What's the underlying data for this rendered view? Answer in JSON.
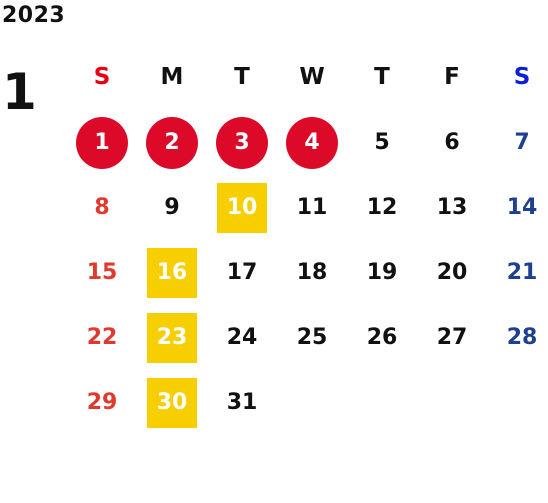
{
  "calendar": {
    "year": "2023",
    "month": "1",
    "weekdays": [
      {
        "label": "S",
        "color": "#e60012"
      },
      {
        "label": "M",
        "color": "#111111"
      },
      {
        "label": "T",
        "color": "#111111"
      },
      {
        "label": "W",
        "color": "#111111"
      },
      {
        "label": "T",
        "color": "#111111"
      },
      {
        "label": "F",
        "color": "#111111"
      },
      {
        "label": "S",
        "color": "#0a1fd6"
      }
    ],
    "weeks": [
      [
        {
          "day": "1",
          "color": "#ffffff",
          "bg": "#dc0a28",
          "shape": "circle"
        },
        {
          "day": "2",
          "color": "#ffffff",
          "bg": "#dc0a28",
          "shape": "circle"
        },
        {
          "day": "3",
          "color": "#ffffff",
          "bg": "#dc0a28",
          "shape": "circle"
        },
        {
          "day": "4",
          "color": "#ffffff",
          "bg": "#dc0a28",
          "shape": "circle"
        },
        {
          "day": "5",
          "color": "#111111",
          "bg": "",
          "shape": "none"
        },
        {
          "day": "6",
          "color": "#111111",
          "bg": "",
          "shape": "none"
        },
        {
          "day": "7",
          "color": "#1f3f8f",
          "bg": "",
          "shape": "none"
        }
      ],
      [
        {
          "day": "8",
          "color": "#e03a2e",
          "bg": "",
          "shape": "none"
        },
        {
          "day": "9",
          "color": "#111111",
          "bg": "",
          "shape": "none"
        },
        {
          "day": "10",
          "color": "#ffffff",
          "bg": "#f7cf00",
          "shape": "square"
        },
        {
          "day": "11",
          "color": "#111111",
          "bg": "",
          "shape": "none"
        },
        {
          "day": "12",
          "color": "#111111",
          "bg": "",
          "shape": "none"
        },
        {
          "day": "13",
          "color": "#111111",
          "bg": "",
          "shape": "none"
        },
        {
          "day": "14",
          "color": "#1f3f8f",
          "bg": "",
          "shape": "none"
        }
      ],
      [
        {
          "day": "15",
          "color": "#e03a2e",
          "bg": "",
          "shape": "none"
        },
        {
          "day": "16",
          "color": "#ffffff",
          "bg": "#f7cf00",
          "shape": "square"
        },
        {
          "day": "17",
          "color": "#111111",
          "bg": "",
          "shape": "none"
        },
        {
          "day": "18",
          "color": "#111111",
          "bg": "",
          "shape": "none"
        },
        {
          "day": "19",
          "color": "#111111",
          "bg": "",
          "shape": "none"
        },
        {
          "day": "20",
          "color": "#111111",
          "bg": "",
          "shape": "none"
        },
        {
          "day": "21",
          "color": "#1f3f8f",
          "bg": "",
          "shape": "none"
        }
      ],
      [
        {
          "day": "22",
          "color": "#e03a2e",
          "bg": "",
          "shape": "none"
        },
        {
          "day": "23",
          "color": "#ffffff",
          "bg": "#f7cf00",
          "shape": "square"
        },
        {
          "day": "24",
          "color": "#111111",
          "bg": "",
          "shape": "none"
        },
        {
          "day": "25",
          "color": "#111111",
          "bg": "",
          "shape": "none"
        },
        {
          "day": "26",
          "color": "#111111",
          "bg": "",
          "shape": "none"
        },
        {
          "day": "27",
          "color": "#111111",
          "bg": "",
          "shape": "none"
        },
        {
          "day": "28",
          "color": "#1f3f8f",
          "bg": "",
          "shape": "none"
        }
      ],
      [
        {
          "day": "29",
          "color": "#e03a2e",
          "bg": "",
          "shape": "none"
        },
        {
          "day": "30",
          "color": "#ffffff",
          "bg": "#f7cf00",
          "shape": "square"
        },
        {
          "day": "31",
          "color": "#111111",
          "bg": "",
          "shape": "none"
        }
      ]
    ]
  }
}
